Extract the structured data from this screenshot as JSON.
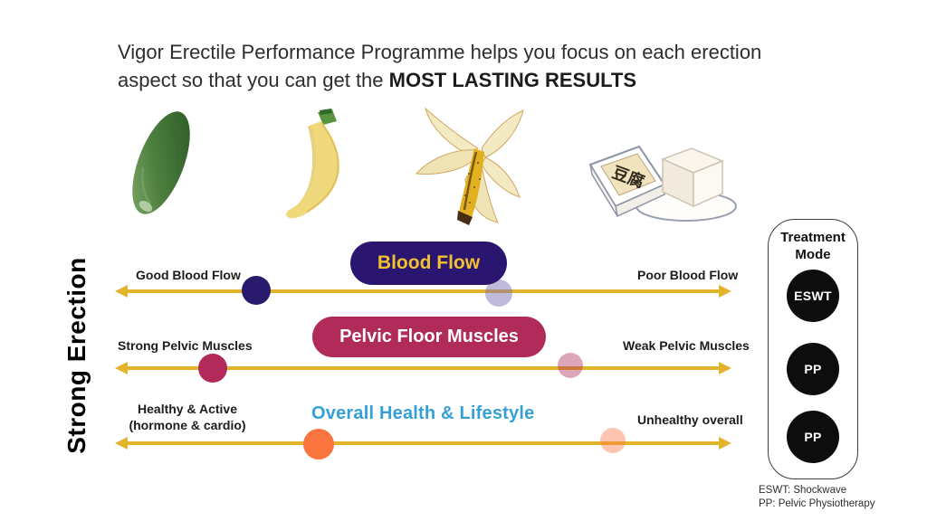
{
  "header": {
    "line1": "Vigor Erectile Performance Programme helps you focus on each erection",
    "line2_normal": "aspect so that you can get the ",
    "line2_bold": "MOST LASTING RESULTS"
  },
  "y_axis_label": "Strong Erection",
  "axes": [
    {
      "title": "Blood Flow",
      "left_label": "Good Blood Flow",
      "right_label": "Poor Blood Flow",
      "pill_bg": "#2A1670",
      "pill_text_color": "#F1C12F",
      "solid_dot_color": "#2A1A6E",
      "faded_dot_color": "#B3ABD3"
    },
    {
      "title": "Pelvic Floor Muscles",
      "left_label": "Strong Pelvic Muscles",
      "right_label": "Weak Pelvic Muscles",
      "pill_bg": "#B02A5A",
      "pill_text_color": "#FFFFFF",
      "solid_dot_color": "#B12A59",
      "faded_dot_color": "#E2A6BB"
    },
    {
      "title": "Overall Health & Lifestyle",
      "left_label_line1": "Healthy & Active",
      "left_label_line2": "(hormone & cardio)",
      "right_label": "Unhealthy overall",
      "title_color": "#35A0D8",
      "solid_dot_color": "#FA7440",
      "faded_dot_color": "#FCC3AB"
    }
  ],
  "illustrations": {
    "items": [
      "cucumber",
      "banana",
      "peeled-banana",
      "tofu"
    ],
    "tofu_label": "豆腐"
  },
  "treatment_mode": {
    "title_line1": "Treatment",
    "title_line2": "Mode",
    "modes": [
      "ESWT",
      "PP",
      "PP"
    ]
  },
  "footnotes": {
    "line1": "ESWT: Shockwave",
    "line2": "PP: Pelvic Physiotherapy"
  },
  "colors": {
    "arrow": "#E3B32C",
    "treatment_circle": "#0D0D0D",
    "header_text": "#2D2D2D"
  }
}
